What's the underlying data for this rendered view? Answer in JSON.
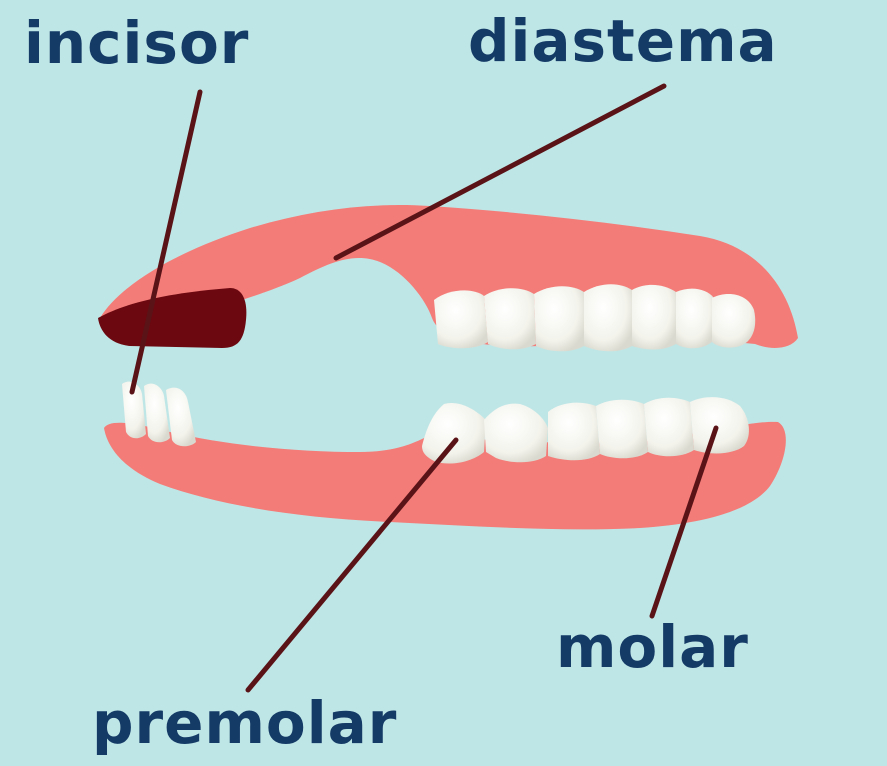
{
  "labels": {
    "incisor": "incisor",
    "diastema": "diastema",
    "molar": "molar",
    "premolar": "premolar"
  },
  "colors": {
    "background": "#bfe6e6",
    "gum": "#f47c78",
    "gum_edge": "#e2605d",
    "dental_pad": "#6b0810",
    "tooth": "#f7f7f2",
    "tooth_shadow": "#dcdcd2",
    "leader_line": "#5a1418",
    "label_text": "#143a66"
  }
}
